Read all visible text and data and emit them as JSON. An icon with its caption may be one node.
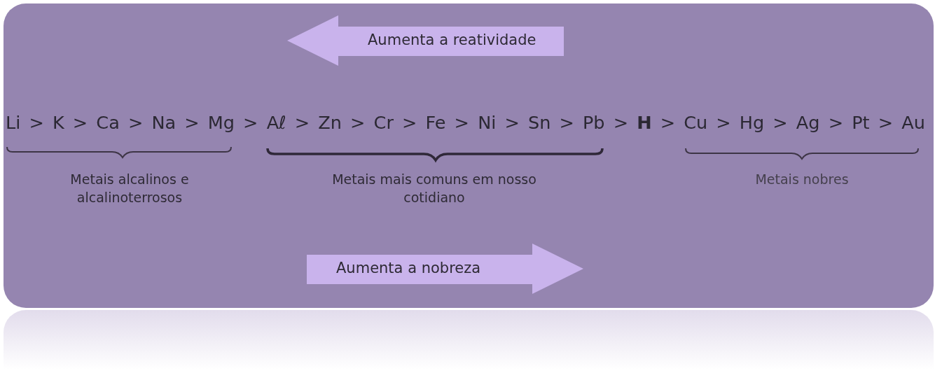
{
  "diagram": {
    "nodes": [
      {
        "text": [
          "Aumenta a reatividade"
        ]
      },
      {
        "text": [
          "Aumenta a nobreza"
        ]
      }
    ],
    "labels": [
      "Li > K > Ca > Na > Mg > Aℓ > Zn > Cr > Fe > Ni > Sn > Pb > **H** > Cu > Hg > Ag > Pt > Au",
      "Metais alcalinos e alcalinoterrosos",
      "Metais mais comuns em nosso cotidiano",
      "Metais nobres"
    ]
  }
}
